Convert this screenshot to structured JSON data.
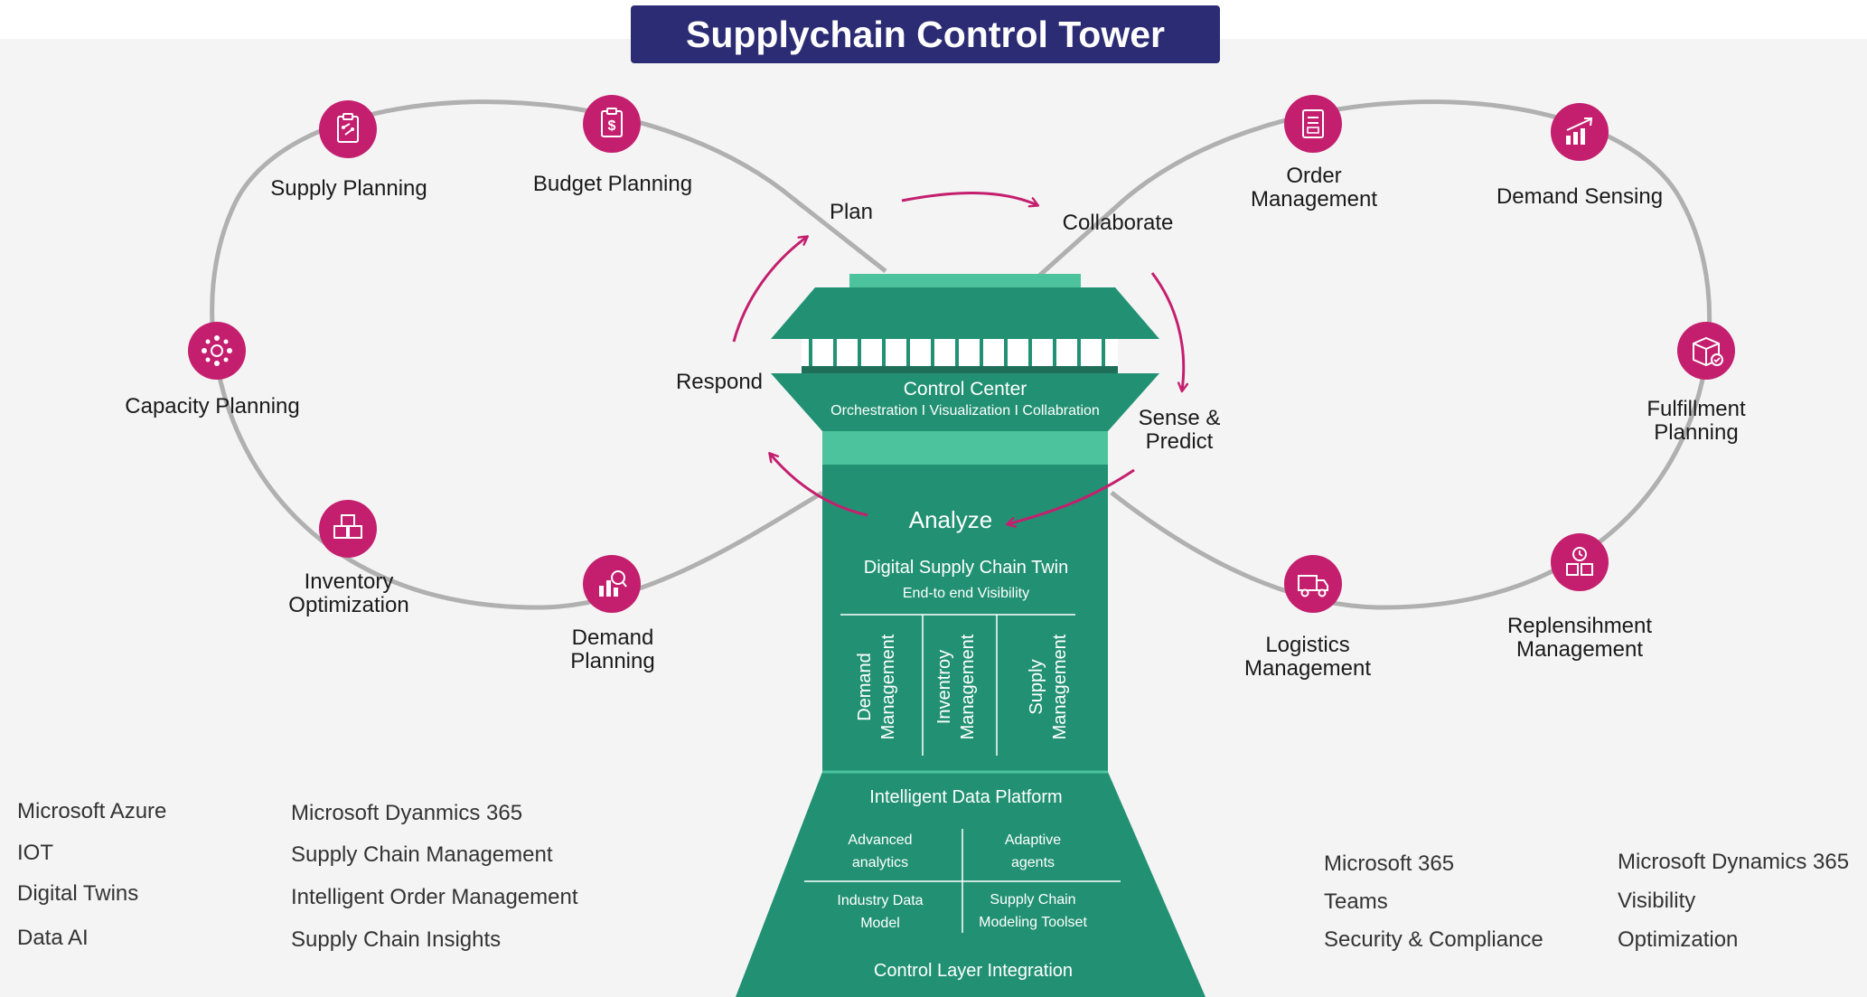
{
  "title": "Supplychain Control Tower",
  "colors": {
    "title_bg": "#2c2c74",
    "icon_fill": "#c41f6e",
    "tower_dark": "#229173",
    "tower_light": "#4cc39c",
    "loop": "#b0b0b0",
    "arrow": "#c41f6e"
  },
  "left_loop": [
    {
      "label": "Supply Planning",
      "icon": "clipboard-icon"
    },
    {
      "label": "Budget Planning",
      "icon": "dollar-clipboard-icon"
    },
    {
      "label": "Capacity Planning",
      "icon": "network-hub-icon"
    },
    {
      "label": "Inventory Optimization",
      "lines": [
        "Inventory",
        "Optimization"
      ],
      "icon": "boxes-icon"
    },
    {
      "label": "Demand Planning",
      "lines": [
        "Demand",
        "Planning"
      ],
      "icon": "chart-search-icon"
    }
  ],
  "right_loop": [
    {
      "label": "Order Management",
      "lines": [
        "Order",
        "Management"
      ],
      "icon": "order-document-icon"
    },
    {
      "label": "Demand Sensing",
      "icon": "growth-chart-icon"
    },
    {
      "label": "Fulfillment Planning",
      "lines": [
        "Fulfillment",
        "Planning"
      ],
      "icon": "package-check-icon"
    },
    {
      "label": "Replensihment Management",
      "lines": [
        "Replensihment",
        "Management"
      ],
      "icon": "restock-icon"
    },
    {
      "label": "Logistics Management",
      "lines": [
        "Logistics",
        "Management"
      ],
      "icon": "truck-icon"
    }
  ],
  "cycle": {
    "plan": "Plan",
    "collaborate": "Collaborate",
    "sense": [
      "Sense &",
      "Predict"
    ],
    "analyze": "Analyze",
    "respond": "Respond"
  },
  "tower": {
    "control_center": "Control Center",
    "control_center_sub": "Orchestration I  Visualization I Collabration",
    "twin_title": "Digital Supply Chain Twin",
    "twin_sub": "End-to end Visibility",
    "columns": [
      [
        "Demand",
        "Management"
      ],
      [
        "Inventroy",
        "Management"
      ],
      [
        "Supply",
        "Management"
      ]
    ],
    "platform_title": "Intelligent Data Platform",
    "quads": [
      [
        "Advanced",
        "analytics"
      ],
      [
        "Adaptive",
        "agents"
      ],
      [
        "Industry Data",
        "Model"
      ],
      [
        "Supply Chain",
        "Modeling Toolset"
      ]
    ],
    "integration": "Control Layer Integration"
  },
  "tech_lists": {
    "col1": [
      "Microsoft Azure",
      "IOT",
      "Digital Twins",
      "Data AI"
    ],
    "col2": [
      "Microsoft Dyanmics 365",
      "Supply Chain Management",
      "Intelligent Order Management",
      "Supply Chain Insights"
    ],
    "col3": [
      "Microsoft 365",
      "Teams",
      "Security & Compliance"
    ],
    "col4": [
      "Microsoft Dynamics 365",
      "Visibility",
      "Optimization"
    ]
  }
}
